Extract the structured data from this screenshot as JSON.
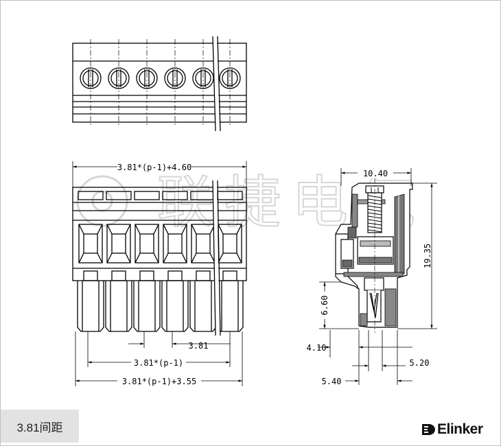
{
  "watermark": {
    "text": "联捷电气"
  },
  "dimensions": {
    "overall_top": "3.81*(p-1)+4.60",
    "pitch": "3.81",
    "pitch_span": "3.81*(p-1)",
    "overall_bottom": "3.81*(p-1)+3.55",
    "side_width": "10.40",
    "side_height": "19.35",
    "pin_height": "6.60",
    "dim_410": "4.10",
    "dim_520": "5.20",
    "dim_540": "5.40"
  },
  "badge": {
    "label": "3.81间距"
  },
  "brand": {
    "name": "Elinker"
  }
}
